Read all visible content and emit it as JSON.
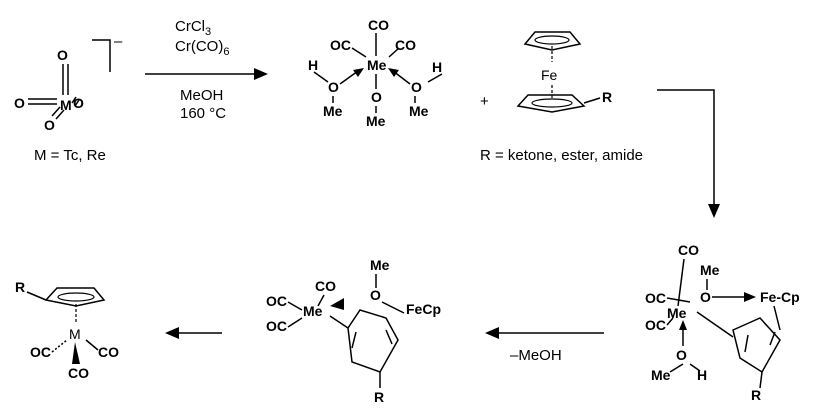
{
  "reagents": {
    "line1": "CrCl",
    "line1_sub": "3",
    "line2_a": "Cr(CO)",
    "line2_sub": "6",
    "line3": "MeOH",
    "line4": "160 °C"
  },
  "metal_def": "M = Tc, Re",
  "r_def": "R = ketone, ester, amide",
  "step_reagent": "–MeOH",
  "plus": "+",
  "charge": "–",
  "atoms": {
    "O": "O",
    "M": "M",
    "Me": "Me",
    "H": "H",
    "OC": "OC",
    "CO": "CO",
    "Fe": "Fe",
    "R": "R",
    "FeCp": "FeCp",
    "FeDashCp": "Fe-Cp"
  }
}
